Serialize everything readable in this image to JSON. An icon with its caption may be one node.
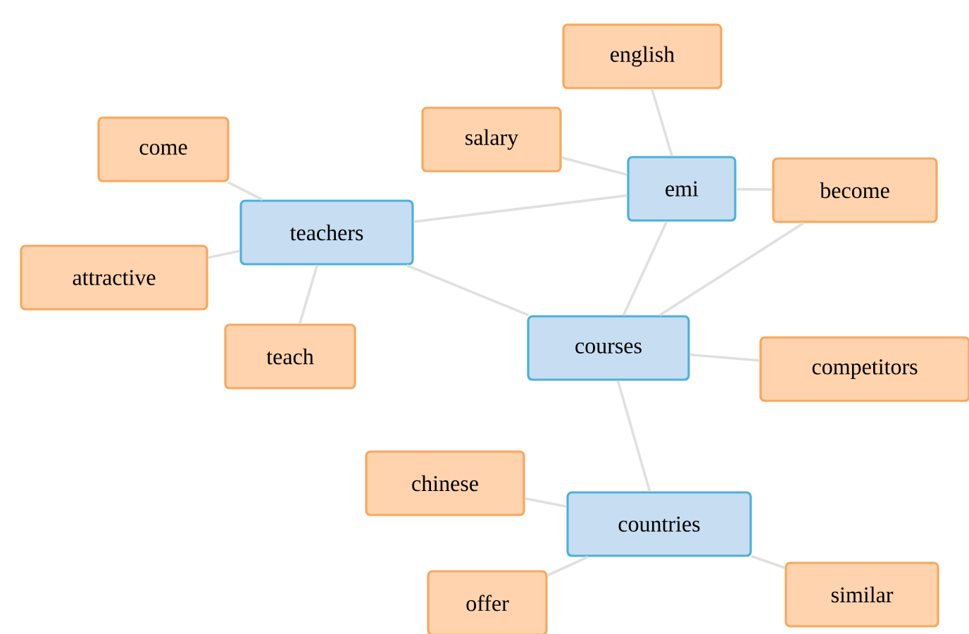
{
  "diagram": {
    "nodes": [
      {
        "text": [
          "english"
        ]
      },
      {
        "text": [
          "salary"
        ]
      },
      {
        "text": [
          "come"
        ]
      },
      {
        "text": [
          "emi"
        ]
      },
      {
        "text": [
          "become"
        ]
      },
      {
        "text": [
          "teachers"
        ]
      },
      {
        "text": [
          "attractive"
        ]
      },
      {
        "text": [
          "courses"
        ]
      },
      {
        "text": [
          "teach"
        ]
      },
      {
        "text": [
          "competitors"
        ]
      },
      {
        "text": [
          "chinese"
        ]
      },
      {
        "text": [
          "countries"
        ]
      },
      {
        "text": [
          "offer"
        ]
      },
      {
        "text": [
          "similar"
        ]
      }
    ],
    "edges": [
      {
        "from": 0,
        "to": 3,
        "arrow": "none"
      },
      {
        "from": 1,
        "to": 3,
        "arrow": "none"
      },
      {
        "from": 5,
        "to": 3,
        "arrow": "none"
      },
      {
        "from": 3,
        "to": 4,
        "arrow": "none"
      },
      {
        "from": 3,
        "to": 7,
        "arrow": "none"
      },
      {
        "from": 4,
        "to": 7,
        "arrow": "none"
      },
      {
        "from": 2,
        "to": 5,
        "arrow": "none"
      },
      {
        "from": 6,
        "to": 5,
        "arrow": "none"
      },
      {
        "from": 8,
        "to": 5,
        "arrow": "none"
      },
      {
        "from": 5,
        "to": 7,
        "arrow": "none"
      },
      {
        "from": 7,
        "to": 9,
        "arrow": "none"
      },
      {
        "from": 7,
        "to": 11,
        "arrow": "none"
      },
      {
        "from": 10,
        "to": 11,
        "arrow": "none"
      },
      {
        "from": 12,
        "to": 11,
        "arrow": "none"
      },
      {
        "from": 13,
        "to": 11,
        "arrow": "none"
      }
    ]
  }
}
